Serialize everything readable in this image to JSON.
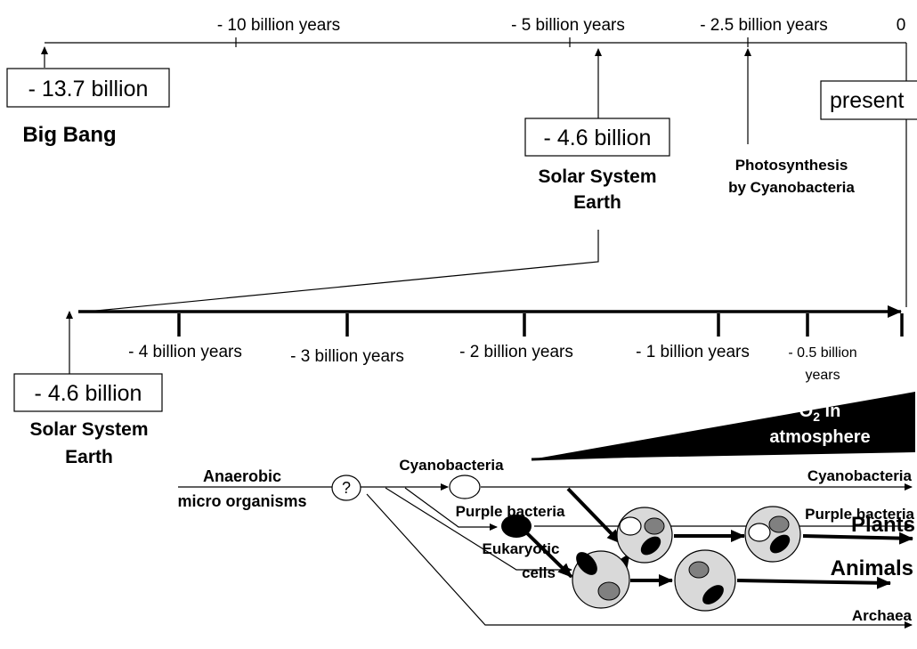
{
  "top_timeline": {
    "ticks": [
      "- 10 billion years",
      "- 5 billion years",
      "- 2.5 billion years",
      "0"
    ],
    "big_bang_box": "- 13.7 billion",
    "big_bang_label": "Big Bang",
    "solar_box": "- 4.6 billion",
    "solar_label_line1": "Solar System",
    "solar_label_line2": "Earth",
    "photo_label_line1": "Photosynthesis",
    "photo_label_line2": "by Cyanobacteria",
    "present_box": "present"
  },
  "bottom_timeline": {
    "ticks": [
      "- 4 billion years",
      "- 3 billion years",
      "- 2 billion years",
      "- 1 billion years"
    ],
    "tick_half_line1": "- 0.5 billion",
    "tick_half_line2": "years",
    "start_box": "- 4.6 billion",
    "start_label_line1": "Solar System",
    "start_label_line2": "Earth"
  },
  "oxygen": {
    "label_o": "O",
    "label_sub": "2",
    "label_in": " in",
    "label_line2": "atmosphere"
  },
  "tree": {
    "anaerobic_line1": "Anaerobic",
    "anaerobic_line2": "micro organisms",
    "question": "?",
    "cyanobacteria": "Cyanobacteria",
    "purple_bacteria": "Purple bacteria",
    "eukaryotic_line1": "Eukaryotic",
    "eukaryotic_line2": "cells",
    "out_cyanobacteria": "Cyanobacteria",
    "out_purple": "Purple bacteria",
    "out_plants": "Plants",
    "out_animals": "Animals",
    "out_archaea": "Archaea"
  }
}
